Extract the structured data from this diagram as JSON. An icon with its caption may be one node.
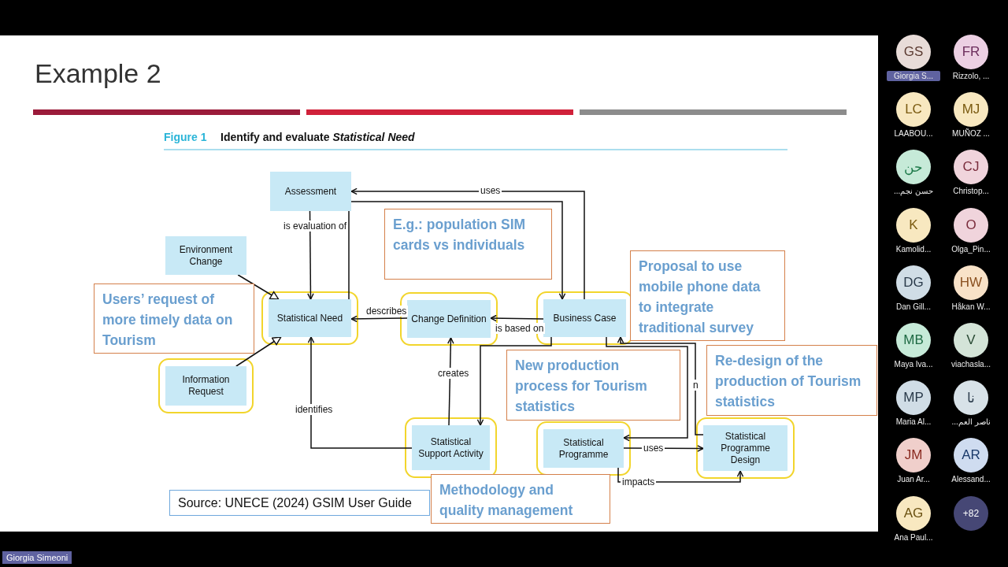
{
  "diagram": {
    "title": "Example 2",
    "nodes": [
      {
        "text": [
          "Assessment"
        ]
      },
      {
        "text": [
          "Environment Change"
        ]
      },
      {
        "text": [
          "E.g.: population SIM cards vs individuals"
        ]
      },
      {
        "text": [
          "Proposal to use mobile phone data to integrate traditional survey"
        ]
      },
      {
        "text": [
          "Users’ request of more timely data on Tourism"
        ]
      },
      {
        "text": [
          "Statistical Need"
        ]
      },
      {
        "text": [
          "Change Definition"
        ]
      },
      {
        "text": [
          "Business Case"
        ]
      },
      {
        "text": [
          "New production process for Tourism statistics"
        ]
      },
      {
        "text": [
          "Re-design of the production of Tourism statistics"
        ]
      },
      {
        "text": [
          "Information Request"
        ]
      },
      {
        "text": [
          "Statistical Support Activity"
        ]
      },
      {
        "text": [
          "Statistical Programme"
        ]
      },
      {
        "text": [
          "Statistical Programme Design"
        ]
      },
      {
        "text": [
          "Methodology and quality management"
        ]
      },
      {
        "text": [
          "Source: UNECE (2024) GSIM User Guide"
        ]
      },
      {
        "text": [
          "GS"
        ],
        "beside": [
          "Giorgia S..."
        ]
      },
      {
        "text": [
          "FR"
        ],
        "beside": [
          "Rizzolo, ..."
        ]
      },
      {
        "text": [
          "LC"
        ],
        "beside": [
          "LAABOU..."
        ]
      },
      {
        "text": [
          "MJ"
        ],
        "beside": [
          "MUÑOZ ..."
        ]
      },
      {
        "text": [
          "حن"
        ],
        "beside": [
          "حسن نجم..."
        ]
      },
      {
        "text": [
          "CJ"
        ],
        "beside": [
          "Christop..."
        ]
      },
      {
        "text": [
          "K"
        ],
        "beside": [
          "Kamolid..."
        ]
      },
      {
        "text": [
          "O"
        ],
        "beside": [
          "Olga_Pin..."
        ]
      },
      {
        "text": [
          "DG"
        ],
        "beside": [
          "Dan Gill..."
        ]
      },
      {
        "text": [
          "HW"
        ],
        "beside": [
          "Håkan W..."
        ]
      },
      {
        "text": [
          "MB"
        ],
        "beside": [
          "Maya Iva..."
        ]
      },
      {
        "text": [
          "V"
        ],
        "beside": [
          "viachasla..."
        ]
      },
      {
        "text": [
          "MP"
        ],
        "beside": [
          "Maria Al..."
        ]
      },
      {
        "text": [
          "نا"
        ],
        "beside": [
          "ناصر العم..."
        ]
      },
      {
        "text": [
          "JM"
        ],
        "beside": [
          "Juan Ar..."
        ]
      },
      {
        "text": [
          "AR"
        ],
        "beside": [
          "Alessand..."
        ]
      },
      {
        "text": [
          "AG"
        ],
        "beside": [
          "Ana Paul..."
        ]
      },
      {
        "text": [
          "+82"
        ]
      }
    ],
    "edges": [
      {
        "from": 7,
        "to": 0,
        "arrow": "to",
        "label": "uses"
      },
      {
        "from": 0,
        "to": 5,
        "arrow": "to",
        "label": "is evaluation of"
      },
      {
        "from": 1,
        "to": 5,
        "arrow": "to"
      },
      {
        "from": 10,
        "to": 5,
        "arrow": "to"
      },
      {
        "from": 6,
        "to": 5,
        "arrow": "to",
        "label": "describes"
      },
      {
        "from": 7,
        "to": 6,
        "arrow": "to",
        "label": "is based on"
      },
      {
        "from": 5,
        "to": 7,
        "arrow": "to"
      },
      {
        "from": 11,
        "to": 6,
        "arrow": "to",
        "label": "creates"
      },
      {
        "from": 11,
        "to": 5,
        "arrow": "to",
        "label": "identifies"
      },
      {
        "from": 7,
        "to": 11,
        "arrow": "to"
      },
      {
        "from": 7,
        "to": 12,
        "arrow": "to"
      },
      {
        "from": 13,
        "to": 7,
        "arrow": "to",
        "label": "n"
      },
      {
        "from": 12,
        "to": 13,
        "arrow": "to",
        "label": "uses"
      },
      {
        "from": 12,
        "to": 13,
        "arrow": "to",
        "label": "impacts"
      }
    ],
    "labels": [
      "Figure 1",
      "Identify and evaluate *Statistical Need*",
      "Giorgia Simeoni"
    ]
  }
}
